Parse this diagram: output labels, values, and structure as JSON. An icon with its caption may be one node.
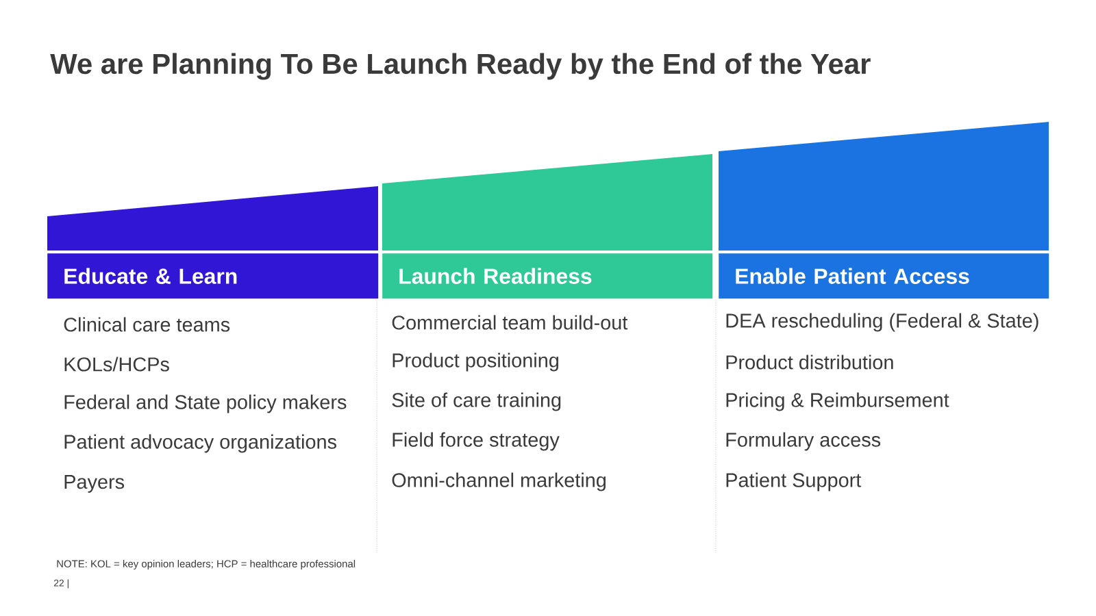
{
  "diagram": {
    "title": "We are Planning To Be Launch Ready by the End of the Year",
    "nodes": [
      {
        "text": [],
        "shape": "bar"
      },
      {
        "text": [],
        "shape": "bar"
      },
      {
        "text": [],
        "shape": "bar"
      },
      {
        "text": [
          "Educate & Learn"
        ]
      },
      {
        "text": [
          "Launch Readiness"
        ]
      },
      {
        "text": [
          "Enable Patient Access"
        ]
      }
    ],
    "labels": [
      "Clinical care teams",
      "KOLs/HCPs",
      "Federal and State policy makers",
      "Patient advocacy organizations",
      "Payers",
      "Commercial team build-out",
      "Product positioning",
      "Site of care training",
      "Field force strategy",
      "Omni-channel marketing",
      "DEA rescheduling (Federal & State)",
      "Product distribution",
      "Pricing & Reimbursement",
      "Formulary access",
      "Patient Support",
      "NOTE: KOL = key opinion leaders; HCP = healthcare professional",
      "22 |"
    ]
  }
}
